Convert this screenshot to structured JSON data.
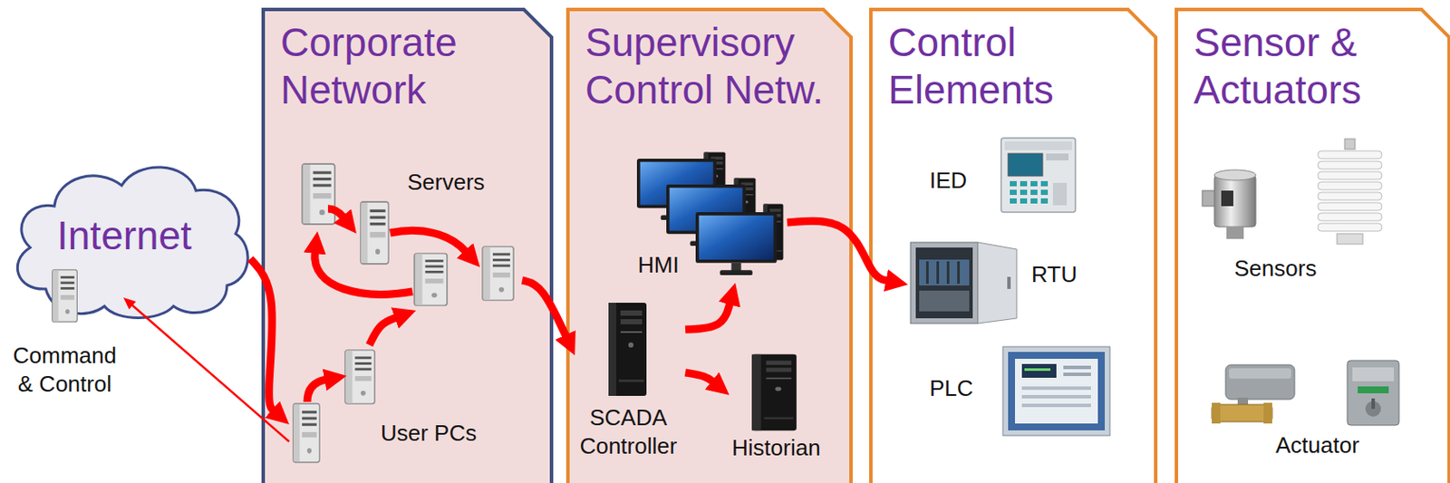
{
  "diagram": {
    "nodes": [
      {
        "text": [
          "Internet"
        ]
      },
      {
        "text": [
          "Command & Control"
        ]
      },
      {
        "text": [
          "Corporate Network"
        ]
      },
      {
        "text": [
          "Servers"
        ],
        "in": 2
      },
      {
        "text": [
          "User PCs"
        ],
        "in": 2
      },
      {
        "text": [
          "Supervisory Control Netw."
        ]
      },
      {
        "text": [
          "HMI"
        ],
        "in": 5
      },
      {
        "text": [
          "SCADA Controller"
        ],
        "in": 5
      },
      {
        "text": [
          "Historian"
        ],
        "in": 5
      },
      {
        "text": [
          "Control Elements"
        ]
      },
      {
        "text": [
          "IED"
        ],
        "in": 9
      },
      {
        "text": [
          "RTU"
        ],
        "in": 9
      },
      {
        "text": [
          "PLC"
        ],
        "in": 9
      },
      {
        "text": [
          "Sensor & Actuators"
        ]
      },
      {
        "text": [
          "Sensors"
        ],
        "in": 13
      },
      {
        "text": [
          "Actuator"
        ],
        "in": 13
      }
    ],
    "edges": [
      {
        "from": 0,
        "to": 4,
        "arrow": "to"
      },
      {
        "from": 4,
        "to": 1,
        "arrow": "to"
      },
      {
        "from": 4,
        "to": 3,
        "arrow": "to"
      },
      {
        "from": 3,
        "to": 7,
        "arrow": "to"
      },
      {
        "from": 7,
        "to": 6,
        "arrow": "to"
      },
      {
        "from": 7,
        "to": 8,
        "arrow": "to"
      },
      {
        "from": 6,
        "to": 11,
        "arrow": "to"
      }
    ]
  }
}
